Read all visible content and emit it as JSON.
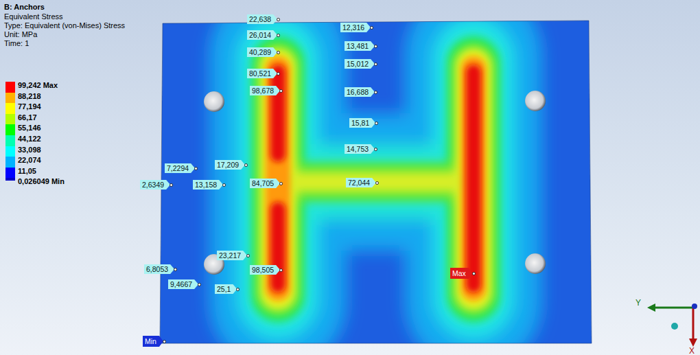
{
  "diagram": {
    "title": "B: Anchors",
    "labels": [
      "Equivalent Stress",
      "Type: Equivalent (von-Mises) Stress",
      "Unit: MPa",
      "Time: 1",
      "22,638",
      "26,014",
      "40,289",
      "80,521",
      "98,678",
      "12,316",
      "13,481",
      "15,012",
      "16,688",
      "15,81",
      "14,753",
      "17,209",
      "7,2294",
      "2,6349",
      "13,158",
      "84,705",
      "72,044",
      "23,217",
      "6,8053",
      "98,505",
      "9,4667",
      "25,1",
      "Max",
      "Min",
      "Y",
      "X"
    ],
    "legend": [
      {
        "text": "99,242 Max",
        "color": "#ff0000"
      },
      {
        "text": "88,218",
        "color": "#ffb200"
      },
      {
        "text": "77,194",
        "color": "#ffff00"
      },
      {
        "text": "66,17",
        "color": "#b2ff00"
      },
      {
        "text": "55,146",
        "color": "#00ff00"
      },
      {
        "text": "44,122",
        "color": "#00ffb2"
      },
      {
        "text": "33,098",
        "color": "#00ffff"
      },
      {
        "text": "22,074",
        "color": "#00b2ff"
      },
      {
        "text": "11,05",
        "color": "#0000ff"
      },
      {
        "text": "0,026049 Min",
        "color": "#0000c8"
      }
    ]
  }
}
